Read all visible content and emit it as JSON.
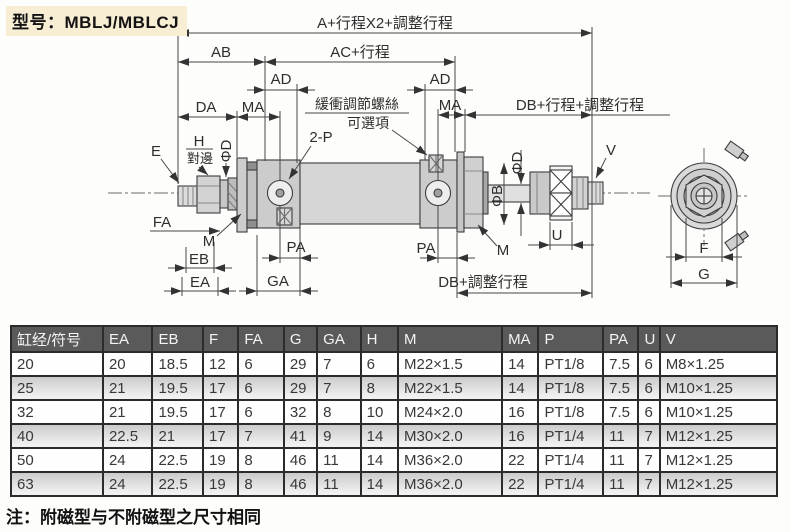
{
  "title": "型号：MBLJ/MBLCJ",
  "note": "注：附磁型与不附磁型之尺寸相同",
  "colors": {
    "title_highlight": "#f8eed4",
    "table_header_bg": "#5a5a5a",
    "stripe_row": "#cbcbcb",
    "drawing_line": "#3f3f3f",
    "body_fill": "#d4d4d4"
  },
  "drawing": {
    "labels": {
      "total_length": "A+行程X2+調整行程",
      "ab": "AB",
      "ac_stroke": "AC+行程",
      "ad": "AD",
      "da": "DA",
      "ma": "MA",
      "db_stroke_adjust": "DB+行程+調整行程",
      "db_adjust": "DB+調整行程",
      "cushion_line1": "緩衝調節螺絲",
      "cushion_line2": "可選項",
      "port": "2-P",
      "e": "E",
      "h": "H",
      "across_flats": "對邊",
      "phi_d": "ΦD",
      "phi_b": "ΦB",
      "fa": "FA",
      "m": "M",
      "eb": "EB",
      "ea": "EA",
      "pa": "PA",
      "ga": "GA",
      "u": "U",
      "v": "V",
      "f": "F",
      "g": "G"
    }
  },
  "table": {
    "headers": [
      "缸经/符号",
      "EA",
      "EB",
      "F",
      "FA",
      "G",
      "GA",
      "H",
      "M",
      "MA",
      "P",
      "PA",
      "U",
      "V"
    ],
    "rows": [
      [
        "20",
        "20",
        "18.5",
        "12",
        "6",
        "29",
        "7",
        "6",
        "M22×1.5",
        "14",
        "PT1/8",
        "7.5",
        "6",
        "M8×1.25"
      ],
      [
        "25",
        "21",
        "19.5",
        "17",
        "6",
        "29",
        "7",
        "8",
        "M22×1.5",
        "14",
        "PT1/8",
        "7.5",
        "6",
        "M10×1.25"
      ],
      [
        "32",
        "21",
        "19.5",
        "17",
        "6",
        "32",
        "8",
        "10",
        "M24×2.0",
        "16",
        "PT1/8",
        "7.5",
        "6",
        "M10×1.25"
      ],
      [
        "40",
        "22.5",
        "21",
        "17",
        "7",
        "41",
        "9",
        "14",
        "M30×2.0",
        "16",
        "PT1/4",
        "11",
        "7",
        "M12×1.25"
      ],
      [
        "50",
        "24",
        "22.5",
        "19",
        "8",
        "46",
        "11",
        "14",
        "M36×2.0",
        "22",
        "PT1/4",
        "11",
        "7",
        "M12×1.25"
      ],
      [
        "63",
        "24",
        "22.5",
        "19",
        "8",
        "46",
        "11",
        "14",
        "M36×2.0",
        "22",
        "PT1/4",
        "11",
        "7",
        "M12×1.25"
      ]
    ]
  }
}
